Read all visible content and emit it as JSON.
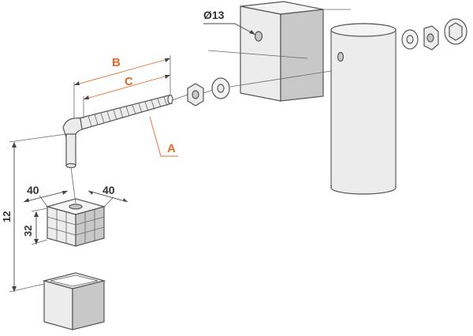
{
  "labels": {
    "b": "B",
    "c": "C",
    "a": "A",
    "diameter": "Ø13",
    "width_left": "40",
    "width_right": "40",
    "height_insert": "32",
    "height_total": "12"
  },
  "colors": {
    "callout": "#e36a2b",
    "dimension": "#333333",
    "part_fill": "#ececec",
    "outline": "#555555"
  }
}
